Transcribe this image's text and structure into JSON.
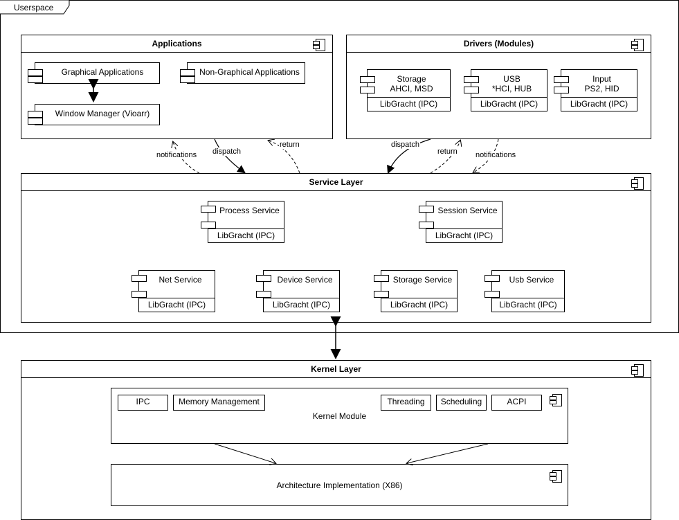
{
  "userspace": {
    "label": "Userspace"
  },
  "applications": {
    "title": "Applications",
    "graphical": "Graphical Applications",
    "non_graphical": "Non-Graphical Applications",
    "window_manager": "Window Manager (Vioarr)"
  },
  "drivers": {
    "title": "Drivers (Modules)",
    "storage": {
      "line1": "Storage",
      "line2": "AHCI, MSD",
      "sub": "LibGracht (IPC)"
    },
    "usb": {
      "line1": "USB",
      "line2": "*HCI, HUB",
      "sub": "LibGracht (IPC)"
    },
    "input": {
      "line1": "Input",
      "line2": "PS2, HID",
      "sub": "LibGracht (IPC)"
    }
  },
  "edges": {
    "notifications_left": "notifications",
    "dispatch_left": "dispatch",
    "return_left": "return",
    "dispatch_right": "dispatch",
    "return_right": "return",
    "notifications_right": "notifications"
  },
  "service_layer": {
    "title": "Service Layer",
    "process": {
      "label": "Process Service",
      "sub": "LibGracht (IPC)"
    },
    "session": {
      "label": "Session Service",
      "sub": "LibGracht (IPC)"
    },
    "net": {
      "label": "Net Service",
      "sub": "LibGracht (IPC)"
    },
    "device": {
      "label": "Device Service",
      "sub": "LibGracht (IPC)"
    },
    "storage": {
      "label": "Storage Service",
      "sub": "LibGracht (IPC)"
    },
    "usb": {
      "label": "Usb Service",
      "sub": "LibGracht (IPC)"
    }
  },
  "kernel_layer": {
    "title": "Kernel Layer",
    "module": {
      "label": "Kernel Module",
      "ipc": "IPC",
      "memory": "Memory Management",
      "threading": "Threading",
      "scheduling": "Scheduling",
      "acpi": "ACPI"
    },
    "arch": "Architecture Implementation (X86)"
  }
}
